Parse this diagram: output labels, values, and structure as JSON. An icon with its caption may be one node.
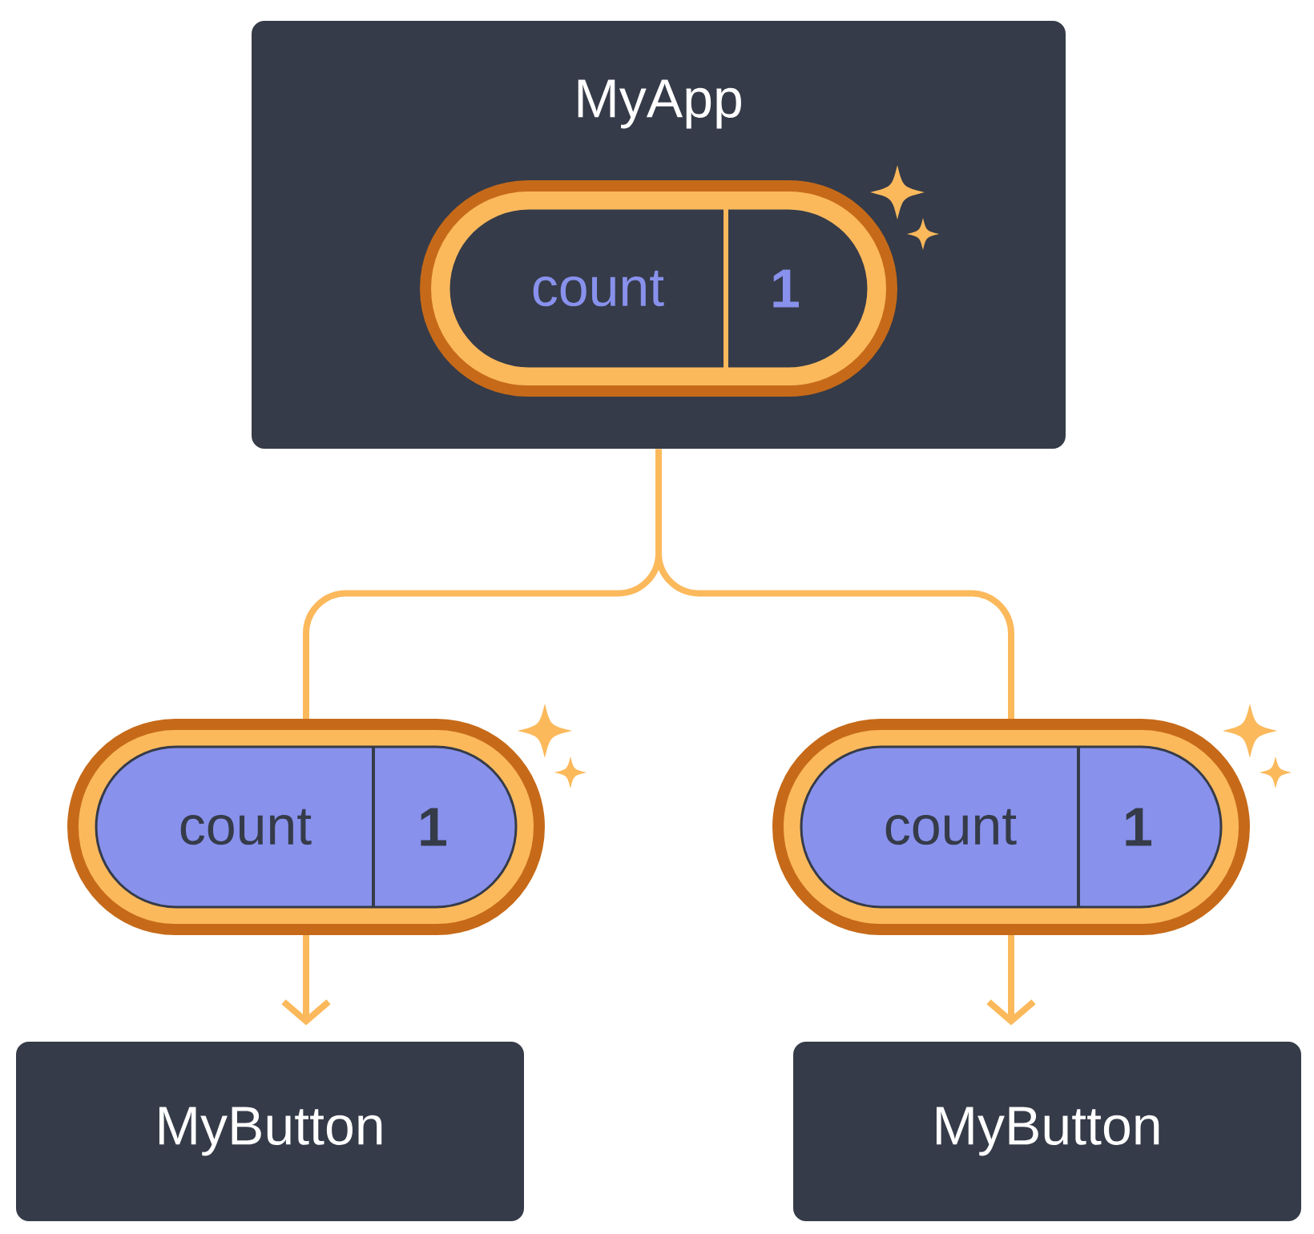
{
  "diagram": {
    "nodes": [
      {
        "text": [
          "MyApp"
        ]
      },
      {
        "text": [
          "count",
          "1"
        ],
        "in": 0
      },
      {
        "text": [
          "count",
          "1"
        ]
      },
      {
        "text": [
          "count",
          "1"
        ]
      },
      {
        "text": [
          "MyButton"
        ]
      },
      {
        "text": [
          "MyButton"
        ]
      }
    ],
    "edges": [
      {
        "from": 0,
        "to": 2,
        "arrow": "none"
      },
      {
        "from": 0,
        "to": 3,
        "arrow": "none"
      },
      {
        "from": 2,
        "to": 4,
        "arrow": "to"
      },
      {
        "from": 3,
        "to": 5,
        "arrow": "to"
      }
    ]
  }
}
